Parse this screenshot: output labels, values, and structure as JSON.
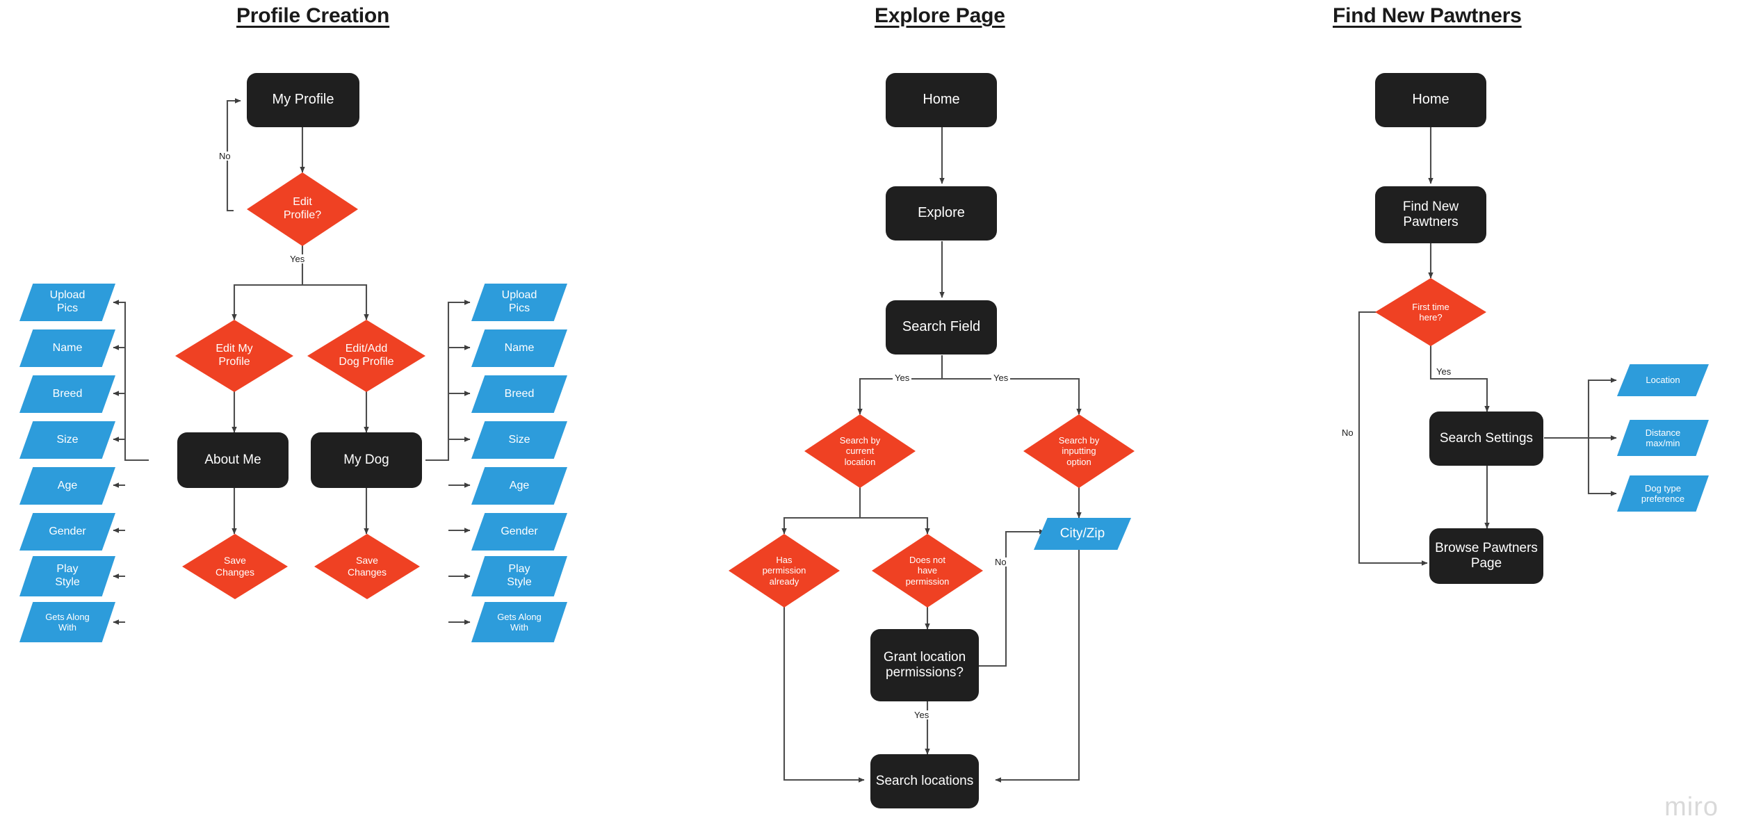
{
  "diagram": {
    "kind": "flowchart",
    "watermark": "miro",
    "palette": {
      "process_fill": "#1f1f1f",
      "process_text": "#ffffff",
      "decision_fill": "#ef4123",
      "decision_text": "#ffffff",
      "data_fill": "#2d9cdb",
      "data_text": "#ffffff",
      "connector": "#4d4d4d",
      "background": "#ffffff",
      "title_text": "#1a1a1a",
      "watermark_color": "#d9d9d9"
    },
    "columns": [
      {
        "id": "profile-creation",
        "title": "Profile Creation",
        "nodes": [
          {
            "id": "p-my-profile",
            "label": "My Profile",
            "shape": "process"
          },
          {
            "id": "p-edit-profile",
            "label": "Edit\nProfile?",
            "shape": "decision"
          },
          {
            "id": "p-edit-my-profile",
            "label": "Edit My\nProfile",
            "shape": "decision"
          },
          {
            "id": "p-edit-add-dog",
            "label": "Edit/Add\nDog Profile",
            "shape": "decision"
          },
          {
            "id": "p-about-me",
            "label": "About Me",
            "shape": "process"
          },
          {
            "id": "p-my-dog",
            "label": "My Dog",
            "shape": "process"
          },
          {
            "id": "p-save-changes-left",
            "label": "Save\nChanges",
            "shape": "decision"
          },
          {
            "id": "p-save-changes-right",
            "label": "Save\nChanges",
            "shape": "decision"
          }
        ],
        "left_fields": [
          {
            "id": "pl-upload-pics",
            "label": "Upload\nPics"
          },
          {
            "id": "pl-name",
            "label": "Name"
          },
          {
            "id": "pl-breed",
            "label": "Breed"
          },
          {
            "id": "pl-size",
            "label": "Size"
          },
          {
            "id": "pl-age",
            "label": "Age"
          },
          {
            "id": "pl-gender",
            "label": "Gender"
          },
          {
            "id": "pl-play-style",
            "label": "Play\nStyle"
          },
          {
            "id": "pl-gets-along",
            "label": "Gets Along\nWith"
          }
        ],
        "right_fields": [
          {
            "id": "pr-upload-pics",
            "label": "Upload\nPics"
          },
          {
            "id": "pr-name",
            "label": "Name"
          },
          {
            "id": "pr-breed",
            "label": "Breed"
          },
          {
            "id": "pr-size",
            "label": "Size"
          },
          {
            "id": "pr-age",
            "label": "Age"
          },
          {
            "id": "pr-gender",
            "label": "Gender"
          },
          {
            "id": "pr-play-style",
            "label": "Play\nStyle"
          },
          {
            "id": "pr-gets-along",
            "label": "Gets Along\nWith"
          }
        ],
        "edge_labels": [
          {
            "id": "p-no",
            "text": "No"
          },
          {
            "id": "p-yes",
            "text": "Yes"
          }
        ]
      },
      {
        "id": "explore-page",
        "title": "Explore Page",
        "nodes": [
          {
            "id": "e-home",
            "label": "Home",
            "shape": "process"
          },
          {
            "id": "e-explore",
            "label": "Explore",
            "shape": "process"
          },
          {
            "id": "e-search-field",
            "label": "Search Field",
            "shape": "process"
          },
          {
            "id": "e-search-current",
            "label": "Search by\ncurrent\nlocation",
            "shape": "decision"
          },
          {
            "id": "e-search-input",
            "label": "Search by\ninputting\noption",
            "shape": "decision"
          },
          {
            "id": "e-has-permission",
            "label": "Has\npermission\nalready",
            "shape": "decision"
          },
          {
            "id": "e-no-permission",
            "label": "Does not\nhave\npermission",
            "shape": "decision"
          },
          {
            "id": "e-city-zip",
            "label": "City/Zip",
            "shape": "data"
          },
          {
            "id": "e-grant-location",
            "label": "Grant location\npermissions?",
            "shape": "process"
          },
          {
            "id": "e-search-locations",
            "label": "Search locations",
            "shape": "process"
          }
        ],
        "edge_labels": [
          {
            "id": "e-yes-left",
            "text": "Yes"
          },
          {
            "id": "e-yes-right",
            "text": "Yes"
          },
          {
            "id": "e-no",
            "text": "No"
          },
          {
            "id": "e-yes-grant",
            "text": "Yes"
          }
        ]
      },
      {
        "id": "find-new-pawtners",
        "title": "Find New Pawtners",
        "nodes": [
          {
            "id": "f-home",
            "label": "Home",
            "shape": "process"
          },
          {
            "id": "f-find-new",
            "label": "Find New\nPawtners",
            "shape": "process"
          },
          {
            "id": "f-first-time",
            "label": "First time\nhere?",
            "shape": "decision"
          },
          {
            "id": "f-search-settings",
            "label": "Search Settings",
            "shape": "process"
          },
          {
            "id": "f-browse",
            "label": "Browse Pawtners\nPage",
            "shape": "process"
          },
          {
            "id": "f-location",
            "label": "Location",
            "shape": "data"
          },
          {
            "id": "f-distance",
            "label": "Distance\nmax/min",
            "shape": "data"
          },
          {
            "id": "f-dog-type",
            "label": "Dog type\npreference",
            "shape": "data"
          }
        ],
        "edge_labels": [
          {
            "id": "f-yes",
            "text": "Yes"
          },
          {
            "id": "f-no",
            "text": "No"
          }
        ]
      }
    ]
  }
}
